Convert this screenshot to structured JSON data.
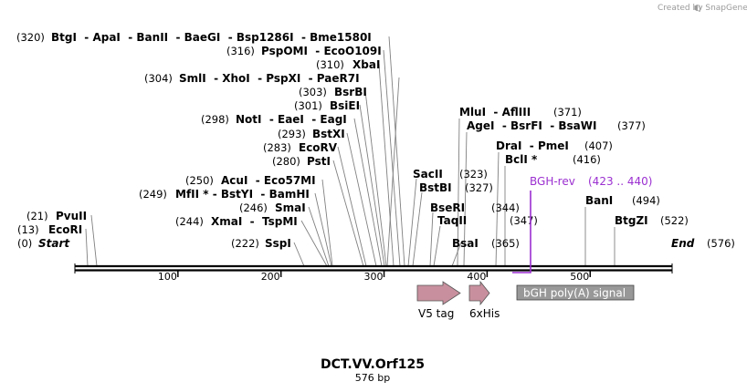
{
  "credit": "Created by SnapGene",
  "title": "DCT.VV.Orf125",
  "subtitle": "576 bp",
  "ends": {
    "start_pos": "(0)",
    "start": "Start",
    "end": "End",
    "end_pos": "(576)"
  },
  "ticks": [
    "100",
    "200",
    "300",
    "400",
    "500"
  ],
  "sites": [
    {
      "pos": "(13)",
      "names": "EcoRI"
    },
    {
      "pos": "(21)",
      "names": "PvuII"
    },
    {
      "pos": "(222)",
      "names": "SspI"
    },
    {
      "pos": "(244)",
      "names": "XmaI  -  TspMI"
    },
    {
      "pos": "(246)",
      "names": "SmaI"
    },
    {
      "pos": "(249)",
      "names": "MfII * - BstYI  - BamHI"
    },
    {
      "pos": "(250)",
      "names": "AcuI  - Eco57MI"
    },
    {
      "pos": "(280)",
      "names": "PstI"
    },
    {
      "pos": "(283)",
      "names": "EcoRV"
    },
    {
      "pos": "(293)",
      "names": "BstXI"
    },
    {
      "pos": "(298)",
      "names": "NotI  - EaeI  - EagI"
    },
    {
      "pos": "(301)",
      "names": "BsiEI"
    },
    {
      "pos": "(303)",
      "names": "BsrBI"
    },
    {
      "pos": "(304)",
      "names": "SmlI  - XhoI  - PspXI  - PaeR7I"
    },
    {
      "pos": "(310)",
      "names": "XbaI"
    },
    {
      "pos": "(316)",
      "names": "PspOMI  - EcoO109I"
    },
    {
      "pos": "(320)",
      "names": "BtgI  - ApaI  - BanII  - BaeGI  - Bsp1286I  - Bme1580I"
    },
    {
      "pos": "(323)",
      "names": "SacII"
    },
    {
      "pos": "(327)",
      "names": "BstBI"
    },
    {
      "pos": "(344)",
      "names": "BseRI"
    },
    {
      "pos": "(347)",
      "names": "TaqII"
    },
    {
      "pos": "(365)",
      "names": "BsaI"
    },
    {
      "pos": "(371)",
      "names": "MluI  - AflIII"
    },
    {
      "pos": "(377)",
      "names": "AgeI  - BsrFI  - BsaWI"
    },
    {
      "pos": "(407)",
      "names": "DraI  - PmeI"
    },
    {
      "pos": "(416)",
      "names": "BclI *"
    },
    {
      "pos": "(494)",
      "names": "BanI"
    },
    {
      "pos": "(522)",
      "names": "BtgZI"
    }
  ],
  "primer": {
    "name": "BGH-rev",
    "range": "(423 .. 440)"
  },
  "features": [
    {
      "label": "V5 tag",
      "color": "#c8909e"
    },
    {
      "label": "6xHis",
      "color": "#c8909e"
    },
    {
      "label": "bGH poly(A) signal",
      "color": "#989898"
    }
  ]
}
